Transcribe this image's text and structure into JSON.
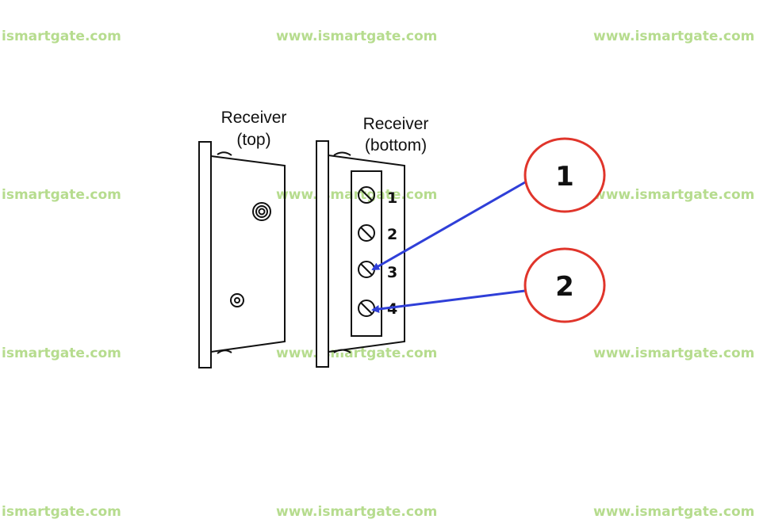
{
  "watermark": "www.ismartgate.com",
  "watermark_cut": "ismartgate.com",
  "receiver_top": {
    "line1": "Receiver",
    "line2": "(top)"
  },
  "receiver_bottom": {
    "line1": "Receiver",
    "line2": "(bottom)"
  },
  "terminals": [
    "1",
    "2",
    "3",
    "4"
  ],
  "callouts": [
    "1",
    "2"
  ],
  "colors": {
    "watermark": "#b6dc8e",
    "circle": "#e0352b",
    "arrow": "#2f3fd8",
    "line": "#111111"
  }
}
